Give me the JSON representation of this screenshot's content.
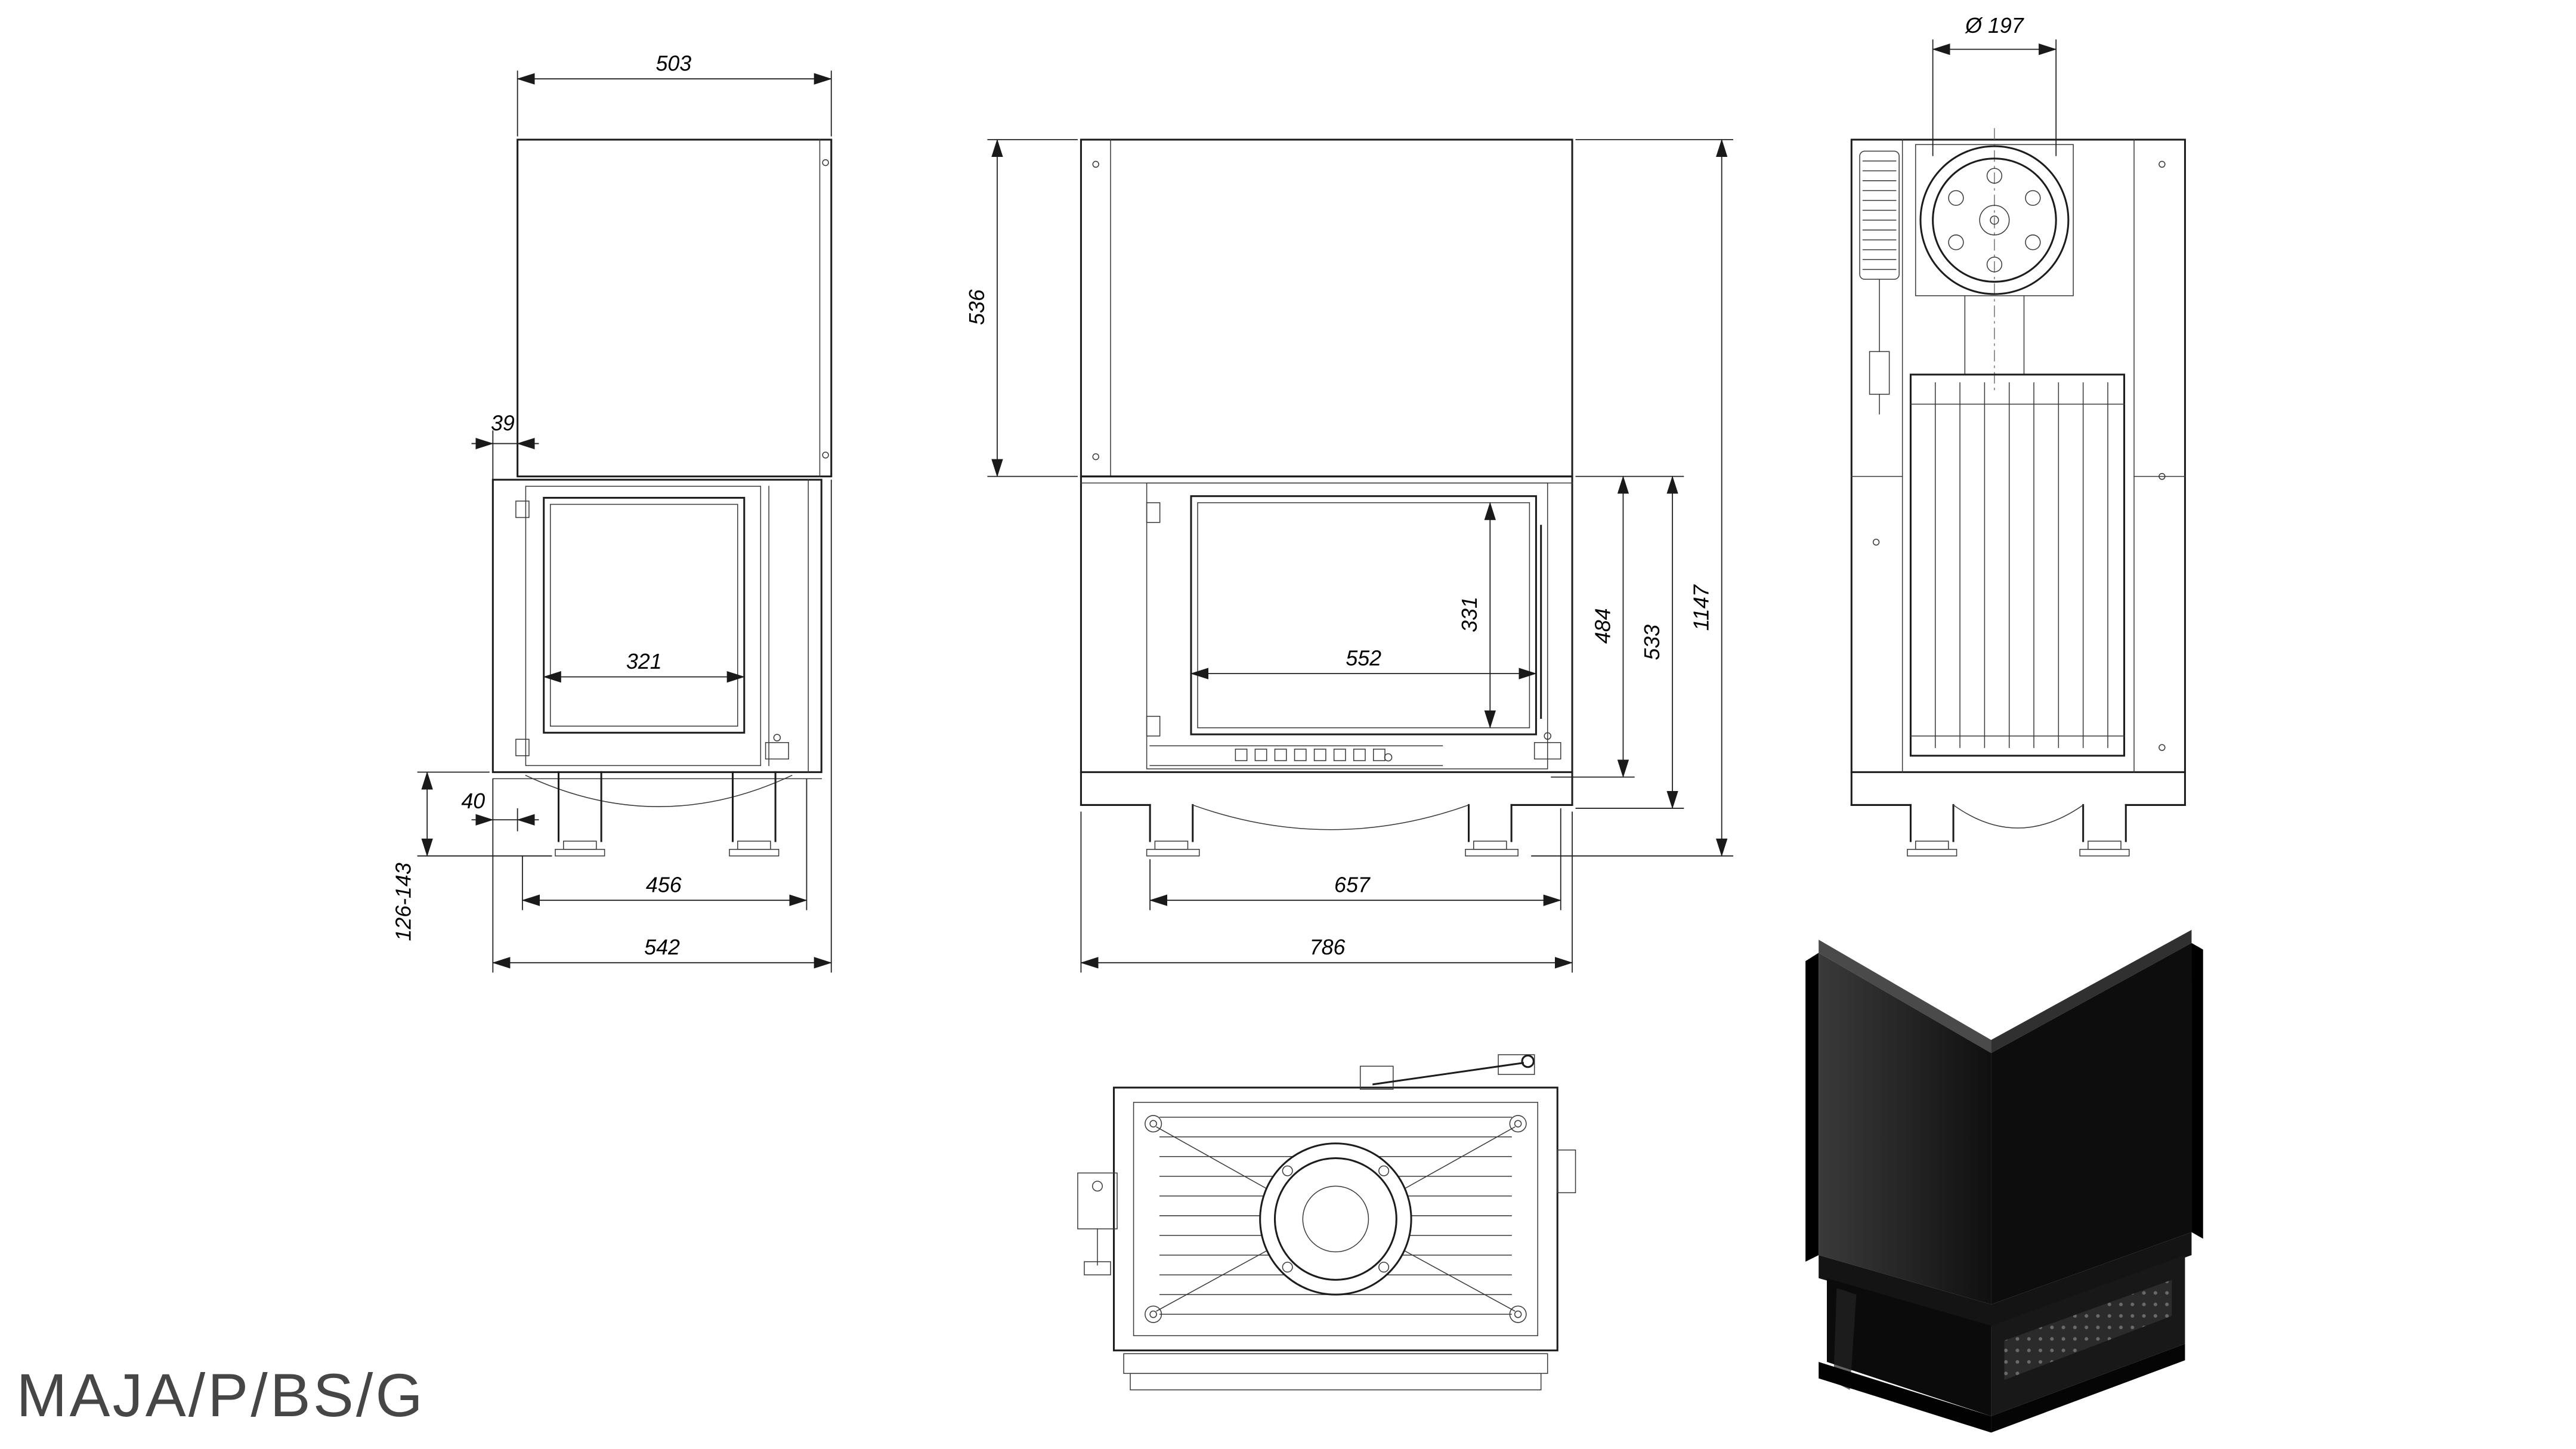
{
  "title": "MAJA/P/BS/G",
  "drawing": {
    "side_view": {
      "dims": {
        "top_depth": "503",
        "back_offset": "39",
        "glass_width": "321",
        "base_offset": "40",
        "leg_height_range": "126-143",
        "base_depth": "456",
        "total_depth": "542"
      }
    },
    "front_view": {
      "dims": {
        "hood_height": "536",
        "glass_height": "331",
        "glass_width": "552",
        "opening_height": "484",
        "body_height": "533",
        "total_height": "1147",
        "base_width": "657",
        "total_width": "786"
      }
    },
    "rear_view": {
      "dims": {
        "flue_diameter": "Ø 197"
      }
    }
  }
}
